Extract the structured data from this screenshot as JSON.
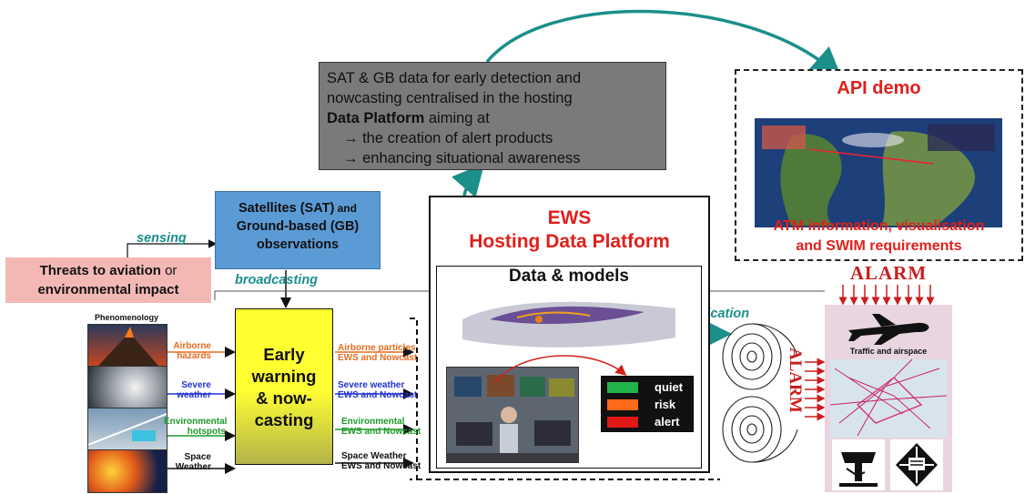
{
  "gray_box": {
    "line1": "SAT & GB data for early detection and",
    "line2": "nowcasting centralised in the hosting",
    "line3_bold": "Data Platform",
    "line3_rest": " aiming at",
    "bullet_arrow": "→",
    "bullet1": "the creation of alert products",
    "bullet2": "enhancing situational awareness"
  },
  "api_demo": {
    "title": "API demo",
    "caption_line1": "ATM information,  visualisation",
    "caption_line2": "and SWIM requirements"
  },
  "satellites": {
    "line1_bold": "Satellites (SAT)",
    "line1_rest": " and",
    "line2": "Ground-based (GB)",
    "line3": "observations"
  },
  "threats": {
    "bold": "Threats to aviation",
    "rest1": " or",
    "line2": "environmental impact"
  },
  "flow_labels": {
    "sensing": "sensing",
    "broadcasting": "broadcasting",
    "notification": "notification"
  },
  "platform": {
    "title_line1": "EWS",
    "title_line2": "Hosting Data Platform",
    "data_models": "Data & models",
    "status": [
      {
        "label": "quiet",
        "color": "#22b34a"
      },
      {
        "label": "risk",
        "color": "#ff6a1a"
      },
      {
        "label": "alert",
        "color": "#e01818"
      }
    ]
  },
  "early_warning": {
    "line1": "Early",
    "line2": "warning",
    "line3": "& now-",
    "line4": "casting"
  },
  "phenomenology": {
    "title": "Phenomenology",
    "inputs": [
      {
        "l1": "Airborne",
        "l2": "hazards",
        "color": "#e56b1f"
      },
      {
        "l1": "Severe",
        "l2": "weather",
        "color": "#2233cc"
      },
      {
        "l1": "Environmental",
        "l2": "hotspots",
        "color": "#1e9a2a"
      },
      {
        "l1": "Space",
        "l2": "Weather",
        "color": "#111111"
      }
    ],
    "outputs": [
      {
        "l1": "Airborne particles",
        "l2": "EWS and Nowcast",
        "color": "#e56b1f"
      },
      {
        "l1": "Severe weather",
        "l2": "EWS and Nowcast",
        "color": "#2233cc"
      },
      {
        "l1": "Environmental",
        "l2": "EWS and Nowcast",
        "color": "#1e9a2a"
      },
      {
        "l1": "Space Weather",
        "l2": "EWS and Nowcast",
        "color": "#111111"
      }
    ]
  },
  "alarm": {
    "top": "ALARM",
    "vertical": "ALARM",
    "traffic": "Traffic and airspace"
  },
  "icons": [
    "control-tower-icon",
    "airport-network-icon",
    "airplane-icon",
    "spiral-icon"
  ],
  "colors": {
    "teal": "#1b8f8a",
    "red": "#e0201b",
    "alarm_red": "#cc1c1c"
  }
}
